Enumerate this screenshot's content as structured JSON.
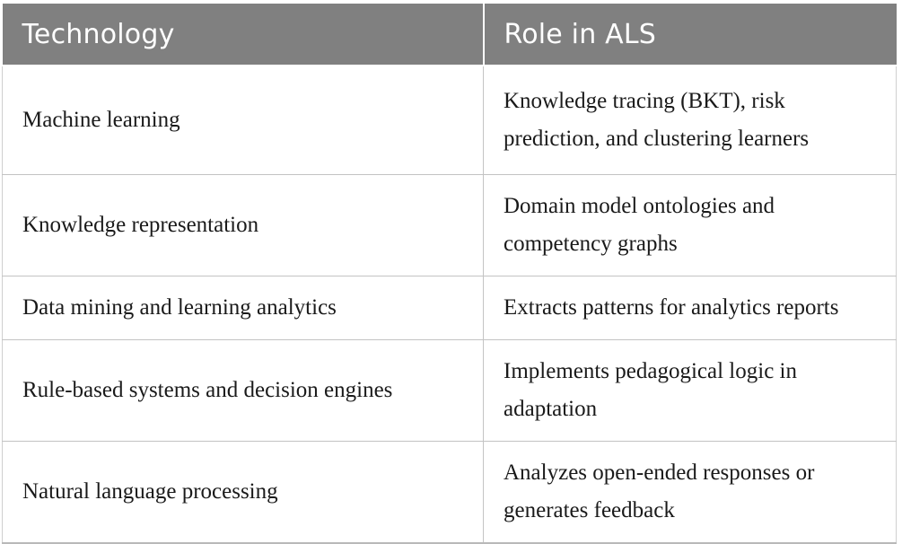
{
  "table": {
    "columns": [
      {
        "key": "technology",
        "label": "Technology"
      },
      {
        "key": "role",
        "label": "Role in ALS"
      }
    ],
    "header": {
      "background_color": "#808080",
      "text_color": "#ffffff"
    },
    "border_color": "#c3c3c3",
    "rows": [
      {
        "technology": "Machine learning",
        "role": "Knowledge tracing (BKT), risk prediction, and clustering learners"
      },
      {
        "technology": "Knowledge representation",
        "role": "Domain model ontologies and competency graphs"
      },
      {
        "technology": "Data mining and learning analytics",
        "role": "Extracts patterns for analytics reports"
      },
      {
        "technology": "Rule-based systems and decision engines",
        "role": "Implements pedagogical logic in adaptation"
      },
      {
        "technology": "Natural language processing",
        "role": "Analyzes open-ended responses or generates feedback"
      }
    ]
  }
}
